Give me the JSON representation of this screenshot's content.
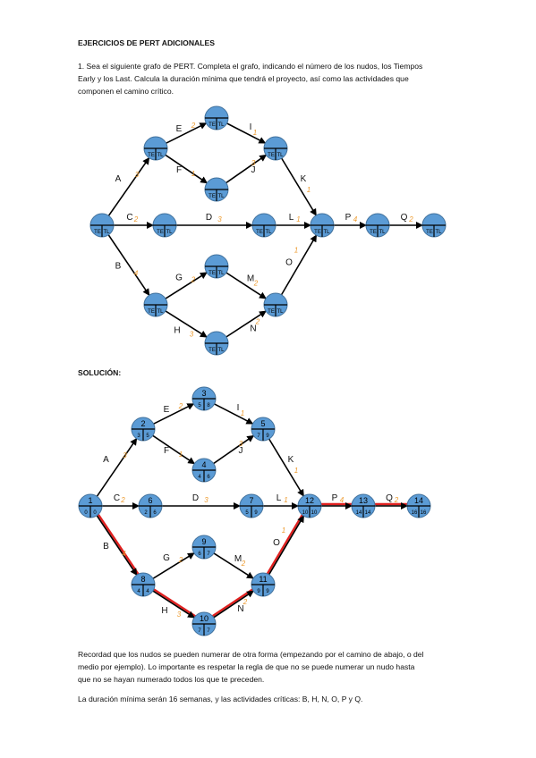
{
  "title": "EJERCICIOS DE PERT ADICIONALES",
  "intro": {
    "line1": "1. Sea el siguiente grafo de PERT. Completa el grafo, indicando el número de los nudos, los Tiempos",
    "line2": "Early y los Last. Calcula la duración mínima que tendrá el proyecto, así como las actividades que",
    "line3": "componen el camino crítico."
  },
  "solution_heading": "SOLUCIÓN:",
  "footer": {
    "line1": "Recordad que los nudos se pueden numerar de otra forma (empezando por el camino de abajo, o del",
    "line2": "medio por ejemplo). Lo importante es respetar la regla de que no se puede numerar un nudo hasta",
    "line3": "que no se hayan numerado todos los que te preceden.",
    "line4": "La duración mínima serán 16 semanas, y las actividades críticas: B, H, N, O, P y Q."
  },
  "colors": {
    "node_fill": "#5b9bd5",
    "node_stroke": "#41719c",
    "duration": "#ed9b2f",
    "critical": "#e0201f",
    "arrow": "#000000"
  },
  "diagram1": {
    "node_te_label": "TE",
    "node_tl_label": "TL",
    "activities": [
      {
        "name": "A",
        "duration": "3"
      },
      {
        "name": "B",
        "duration": "4"
      },
      {
        "name": "C",
        "duration": "2"
      },
      {
        "name": "D",
        "duration": "3"
      },
      {
        "name": "E",
        "duration": "2"
      },
      {
        "name": "F",
        "duration": "1"
      },
      {
        "name": "G",
        "duration": "2"
      },
      {
        "name": "H",
        "duration": "3"
      },
      {
        "name": "I",
        "duration": "1"
      },
      {
        "name": "J",
        "duration": "3"
      },
      {
        "name": "K",
        "duration": "1"
      },
      {
        "name": "L",
        "duration": "1"
      },
      {
        "name": "M",
        "duration": "2"
      },
      {
        "name": "N",
        "duration": "2"
      },
      {
        "name": "O",
        "duration": "1"
      },
      {
        "name": "P",
        "duration": "4"
      },
      {
        "name": "Q",
        "duration": "2"
      }
    ]
  },
  "diagram2": {
    "nodes": [
      {
        "num": "1",
        "te": "0",
        "tl": "0"
      },
      {
        "num": "2",
        "te": "3",
        "tl": "5"
      },
      {
        "num": "3",
        "te": "5",
        "tl": "8"
      },
      {
        "num": "4",
        "te": "4",
        "tl": "6"
      },
      {
        "num": "5",
        "te": "7",
        "tl": "9"
      },
      {
        "num": "6",
        "te": "2",
        "tl": "6"
      },
      {
        "num": "7",
        "te": "5",
        "tl": "9"
      },
      {
        "num": "8",
        "te": "4",
        "tl": "4"
      },
      {
        "num": "9",
        "te": "6",
        "tl": "7"
      },
      {
        "num": "10",
        "te": "7",
        "tl": "7"
      },
      {
        "num": "11",
        "te": "9",
        "tl": "9"
      },
      {
        "num": "12",
        "te": "10",
        "tl": "10"
      },
      {
        "num": "13",
        "te": "14",
        "tl": "14"
      },
      {
        "num": "14",
        "te": "16",
        "tl": "16"
      }
    ],
    "critical_activities": [
      "B",
      "H",
      "N",
      "O",
      "P",
      "Q"
    ]
  }
}
